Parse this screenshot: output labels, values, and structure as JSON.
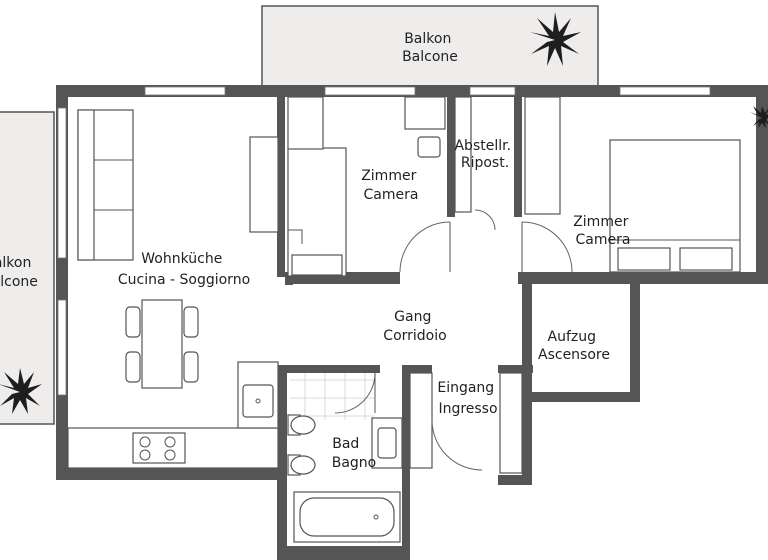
{
  "floorplan": {
    "rooms": {
      "balcony_top": {
        "line1": "Balkon",
        "line2": "Balcone"
      },
      "balcony_left": {
        "line1": "Balkon",
        "line2": "Balcone"
      },
      "living": {
        "line1": "Wohnküche",
        "line2": "Cucina - Soggiorno"
      },
      "room_small": {
        "line1": "Zimmer",
        "line2": "Camera"
      },
      "storage": {
        "line1": "Abstellr.",
        "line2": "Ripost."
      },
      "room_bed": {
        "line1": "Zimmer",
        "line2": "Camera"
      },
      "hall": {
        "line1": "Gang",
        "line2": "Corridoio"
      },
      "elevator": {
        "line1": "Aufzug",
        "line2": "Ascensore"
      },
      "entrance": {
        "line1": "Eingang",
        "line2": "Ingresso"
      },
      "bath": {
        "line1": "Bad",
        "line2": "Bagno"
      }
    }
  }
}
